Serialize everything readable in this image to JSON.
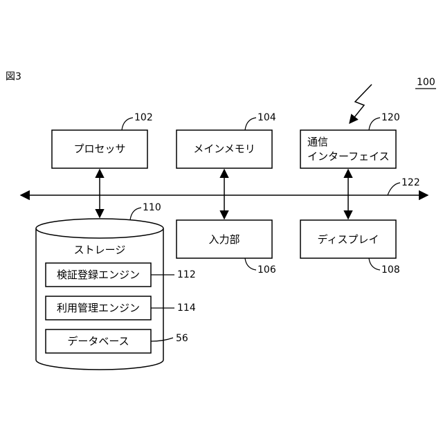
{
  "figure_label": "図3",
  "system_ref": "100",
  "blocks": {
    "processor": {
      "label": "プロセッサ",
      "ref": "102"
    },
    "main_memory": {
      "label": "メインメモリ",
      "ref": "104"
    },
    "comm_interface": {
      "label_line1": "通信",
      "label_line2": "インターフェイス",
      "ref": "120"
    },
    "input_unit": {
      "label": "入力部",
      "ref": "106"
    },
    "display": {
      "label": "ディスプレイ",
      "ref": "108"
    }
  },
  "bus": {
    "ref": "122"
  },
  "storage": {
    "label": "ストレージ",
    "ref": "110",
    "items": [
      {
        "label": "検証登録エンジン",
        "ref": "112"
      },
      {
        "label": "利用管理エンジン",
        "ref": "114"
      },
      {
        "label": "データベース",
        "ref": "56"
      }
    ]
  }
}
